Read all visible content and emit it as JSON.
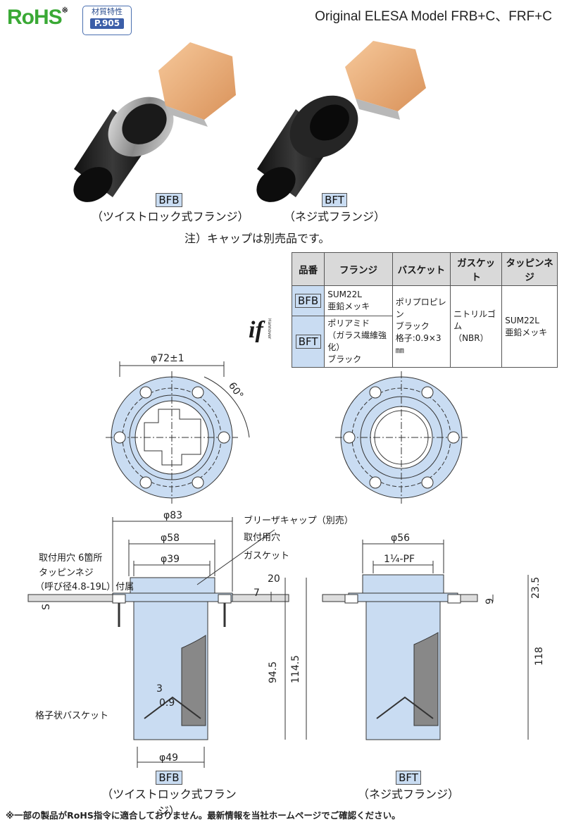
{
  "header": {
    "rohs_logo": "RoHS",
    "rohs_mark": "※",
    "material_label": "材質特性",
    "material_page": "P.905",
    "title": "Original  ELESA  Model  FRB+C、FRF+C"
  },
  "photos": {
    "bfb_code": "BFB",
    "bfb_caption": "（ツイストロック式フランジ）",
    "bft_code": "BFT",
    "bft_caption": "（ネジ式フランジ）",
    "note": "注）キャップは別売品です。"
  },
  "spec_table": {
    "headers": [
      "品番",
      "フランジ",
      "バスケット",
      "ガスケット",
      "タッピンネジ"
    ],
    "rows": [
      {
        "code": "BFB",
        "flange": [
          "SUM22L",
          "亜鉛メッキ"
        ]
      },
      {
        "code": "BFT",
        "flange": [
          "ポリアミド",
          "（ガラス繊維強化）",
          "ブラック"
        ]
      }
    ],
    "basket": [
      "ポリプロピレン",
      "ブラック",
      "格子:0.9×3㎜"
    ],
    "gasket": [
      "ニトリルゴム",
      "（NBR）"
    ],
    "screw": [
      "SUM22L",
      "亜鉛メッキ"
    ],
    "award_logo": "if",
    "award_text": "Hannover"
  },
  "top_views": {
    "dim_diameter": "φ72±1",
    "dim_angle": "60°"
  },
  "section_bfb": {
    "d83": "φ83",
    "d58": "φ58",
    "d39": "φ39",
    "d49": "φ49",
    "h7": "7",
    "h20": "20",
    "h94": "94.5",
    "h114": "114.5",
    "g3": "3",
    "g09": "0.9",
    "s": "S",
    "label_holes": "取付用穴  6箇所",
    "label_screw1": "タッピンネジ",
    "label_screw2": "（呼び径4.8-19L）付属",
    "label_cap": "ブリーザキャップ（別売）",
    "label_mount": "取付用穴",
    "label_gasket": "ガスケット",
    "label_basket": "格子状バスケット",
    "code": "BFB",
    "caption": "（ツイストロック式フランジ）"
  },
  "section_bft": {
    "d56": "φ56",
    "thread": "1¼-PF",
    "h9": "9",
    "h235": "23.5",
    "h118": "118",
    "code": "BFT",
    "caption": "（ネジ式フランジ）"
  },
  "footer": "※一部の製品がRoHS指令に適合しておりません。最新情報を当社ホームページでご確認ください。"
}
